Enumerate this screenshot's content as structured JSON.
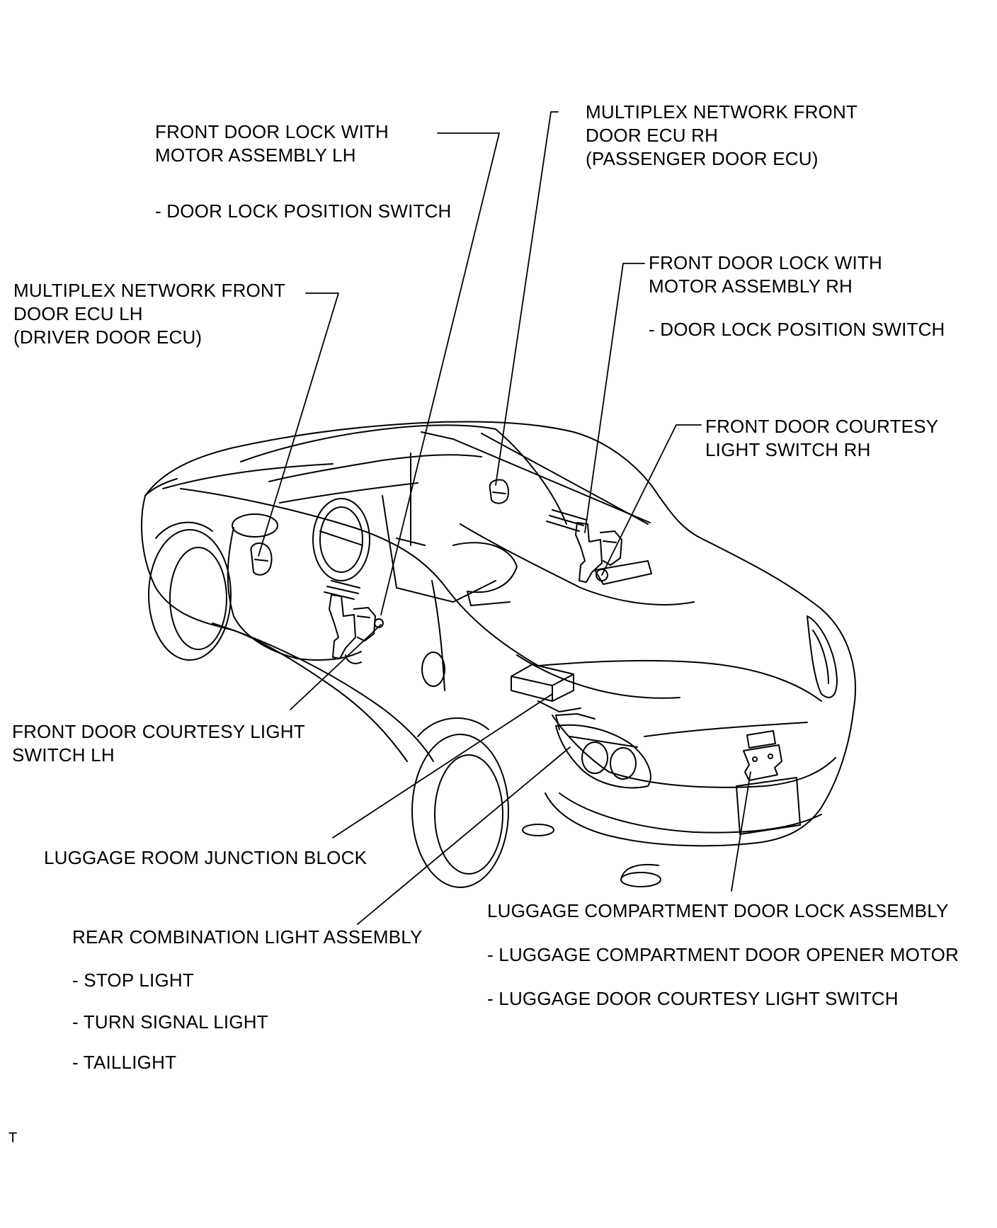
{
  "colors": {
    "line": "#000000",
    "background": "#ffffff"
  },
  "labels": {
    "front_lock_lh": {
      "line1": "FRONT DOOR LOCK WITH",
      "line2": "MOTOR ASSEMBLY LH",
      "sub": "- DOOR LOCK POSITION SWITCH"
    },
    "ecu_rh": {
      "line1": "MULTIPLEX NETWORK FRONT",
      "line2": "DOOR ECU RH",
      "line3": "(PASSENGER DOOR ECU)"
    },
    "front_lock_rh": {
      "line1": "FRONT DOOR LOCK WITH",
      "line2": "MOTOR ASSEMBLY RH",
      "sub": "- DOOR LOCK POSITION SWITCH"
    },
    "ecu_lh": {
      "line1": "MULTIPLEX NETWORK FRONT",
      "line2": "DOOR ECU LH",
      "line3": "(DRIVER DOOR ECU)"
    },
    "courtesy_rh": {
      "line1": "FRONT DOOR COURTESY",
      "line2": "LIGHT SWITCH RH"
    },
    "courtesy_lh": {
      "line1": "FRONT DOOR COURTESY LIGHT",
      "line2": "SWITCH LH"
    },
    "junction_block": {
      "line1": "LUGGAGE ROOM JUNCTION BLOCK"
    },
    "rear_combination": {
      "line1": "REAR COMBINATION LIGHT ASSEMBLY",
      "sub1": "- STOP LIGHT",
      "sub2": "- TURN SIGNAL LIGHT",
      "sub3": "- TAILLIGHT"
    },
    "luggage_lock": {
      "line1": "LUGGAGE COMPARTMENT DOOR LOCK ASSEMBLY",
      "sub1": "- LUGGAGE COMPARTMENT DOOR OPENER MOTOR",
      "sub2": "- LUGGAGE DOOR COURTESY LIGHT SWITCH"
    }
  },
  "footer": {
    "text": "T"
  }
}
